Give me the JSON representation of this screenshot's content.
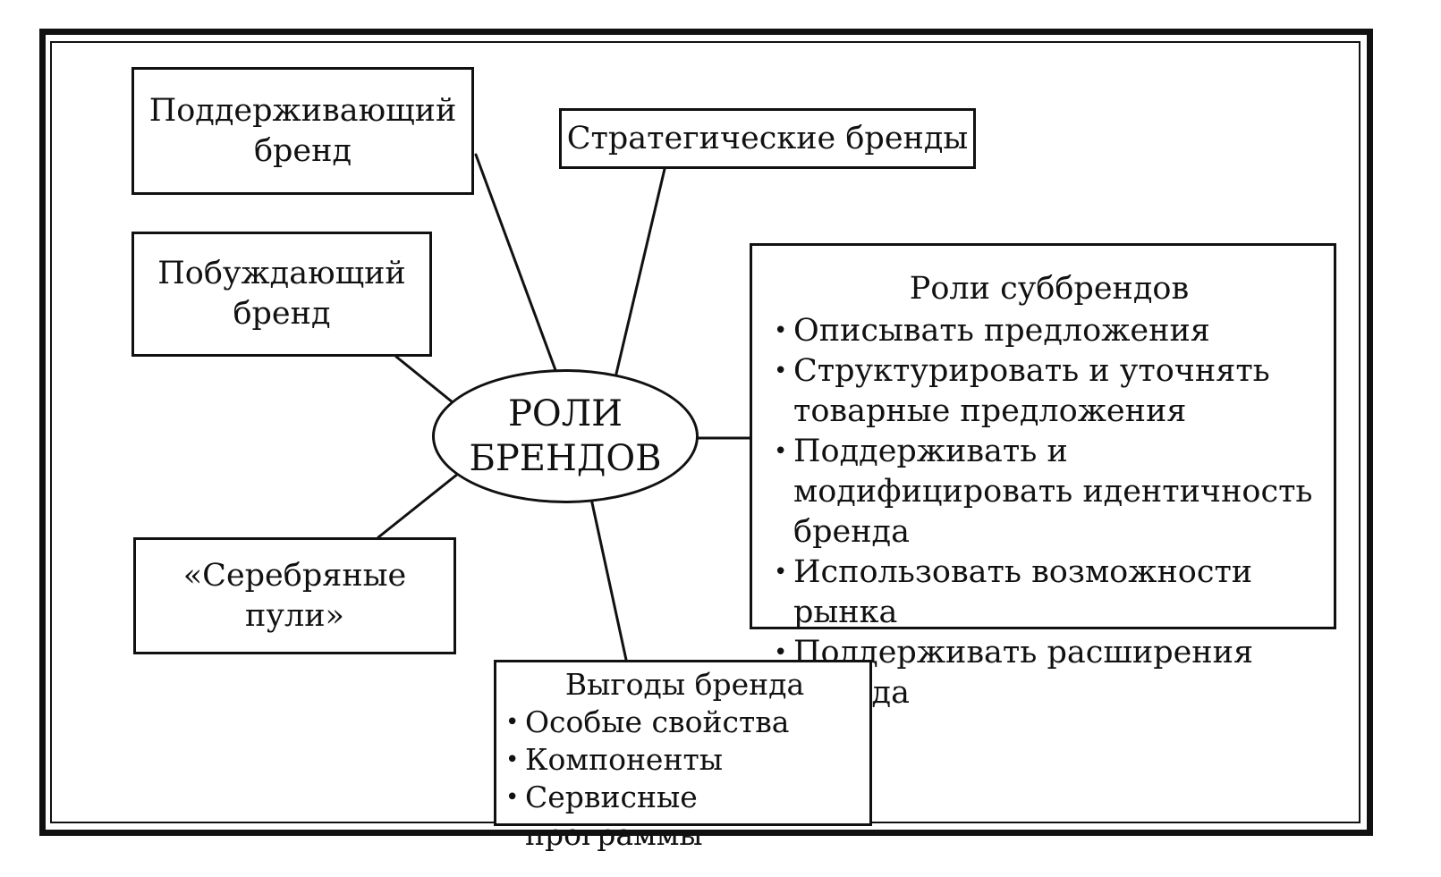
{
  "diagram": {
    "center": {
      "line1": "РОЛИ",
      "line2": "БРЕНДОВ"
    },
    "supporting": {
      "line1": "Поддерживающий",
      "line2": "бренд"
    },
    "strategic": {
      "label": "Стратегические бренды"
    },
    "driving": {
      "line1": "Побуждающий",
      "line2": "бренд"
    },
    "silver_bullets": {
      "line1": "«Серебряные",
      "line2": "пули»"
    },
    "subbrands": {
      "title": "Роли суббрендов",
      "items": [
        "Описывать предложения",
        "Структурировать и уточнять товарные предложения",
        "Поддерживать и модифицировать идентичность бренда",
        "Использовать возможности рынка",
        "Поддерживать расширения бренда"
      ]
    },
    "benefits": {
      "title": "Выгоды бренда",
      "items": [
        "Особые свойства",
        "Компоненты",
        "Сервисные программы"
      ]
    }
  }
}
